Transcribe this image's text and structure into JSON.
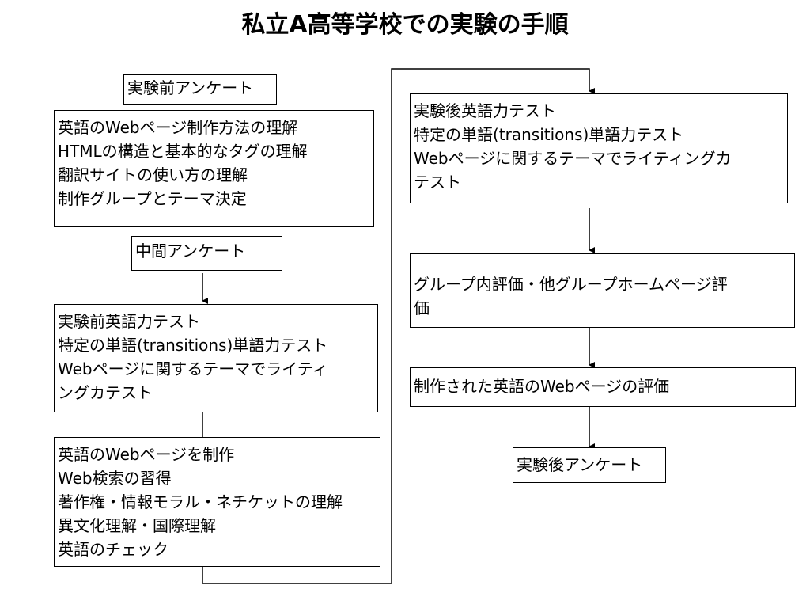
{
  "title": "私立A高等学校での実験の手順",
  "left": {
    "pre_survey": "実験前アンケート",
    "study": [
      "英語のWebページ制作方法の理解",
      "HTMLの構造と基本的なタグの理解",
      "翻訳サイトの使い方の理解",
      "制作グループとテーマ決定"
    ],
    "mid_survey": "中間アンケート",
    "pre_test": [
      "実験前英語力テスト",
      "特定の単語(transitions)単語力テスト",
      "Webページに関するテーマでライティ",
      "ングカテスト"
    ],
    "production": [
      "英語のWebページを制作",
      "Web検索の習得",
      "著作権・情報モラル・ネチケットの理解",
      "異文化理解・国際理解",
      "英語のチェック"
    ]
  },
  "right": {
    "post_test": [
      "実験後英語力テスト",
      "特定の単語(transitions)単語力テスト",
      "Webページに関するテーマでライティングカ",
      "テスト"
    ],
    "group_eval": [
      "グループ内評価・他グループホームページ評",
      "価"
    ],
    "page_eval": "制作された英語のWebページの評価",
    "post_survey": "実験後アンケート"
  }
}
